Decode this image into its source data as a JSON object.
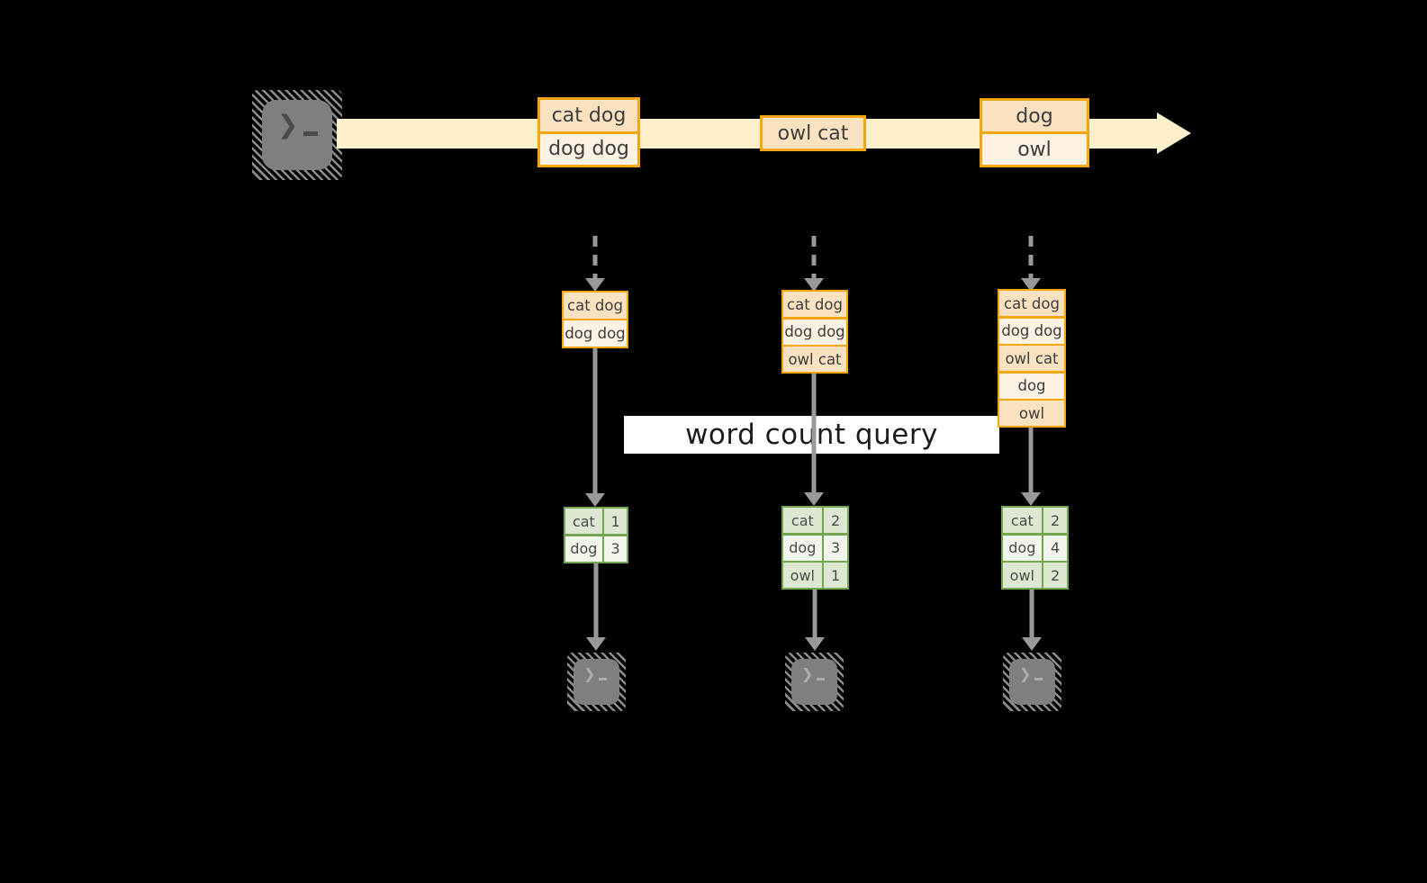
{
  "query_label": "word count query",
  "stream": {
    "events": [
      {
        "rows": [
          "cat dog",
          "dog dog"
        ]
      },
      {
        "rows": [
          "owl cat"
        ]
      },
      {
        "rows": [
          "dog",
          "owl"
        ]
      }
    ]
  },
  "states": [
    {
      "rows": [
        "cat dog",
        "dog dog"
      ]
    },
    {
      "rows": [
        "cat dog",
        "dog dog",
        "owl cat"
      ]
    },
    {
      "rows": [
        "cat dog",
        "dog dog",
        "owl cat",
        "dog",
        "owl"
      ]
    }
  ],
  "counts": [
    {
      "rows": [
        {
          "word": "cat",
          "count": "1"
        },
        {
          "word": "dog",
          "count": "3"
        }
      ]
    },
    {
      "rows": [
        {
          "word": "cat",
          "count": "2"
        },
        {
          "word": "dog",
          "count": "3"
        },
        {
          "word": "owl",
          "count": "1"
        }
      ]
    },
    {
      "rows": [
        {
          "word": "cat",
          "count": "2"
        },
        {
          "word": "dog",
          "count": "4"
        },
        {
          "word": "owl",
          "count": "2"
        }
      ]
    }
  ],
  "terminal": {
    "chevron": "❯"
  },
  "colors": {
    "background": "#000000",
    "stream_band": "#FCF0CB",
    "event_border": "#F3A60D",
    "event_fill_dark": "#FAE2C1",
    "event_fill_light": "#FDF2E4",
    "table_border": "#72A64F",
    "table_fill_dark": "#DDE7D2",
    "table_fill_light": "#F1F6EC",
    "arrow_gray": "#999999",
    "terminal_gray": "#7F7F7F",
    "label_background": "#FFFFFF"
  }
}
